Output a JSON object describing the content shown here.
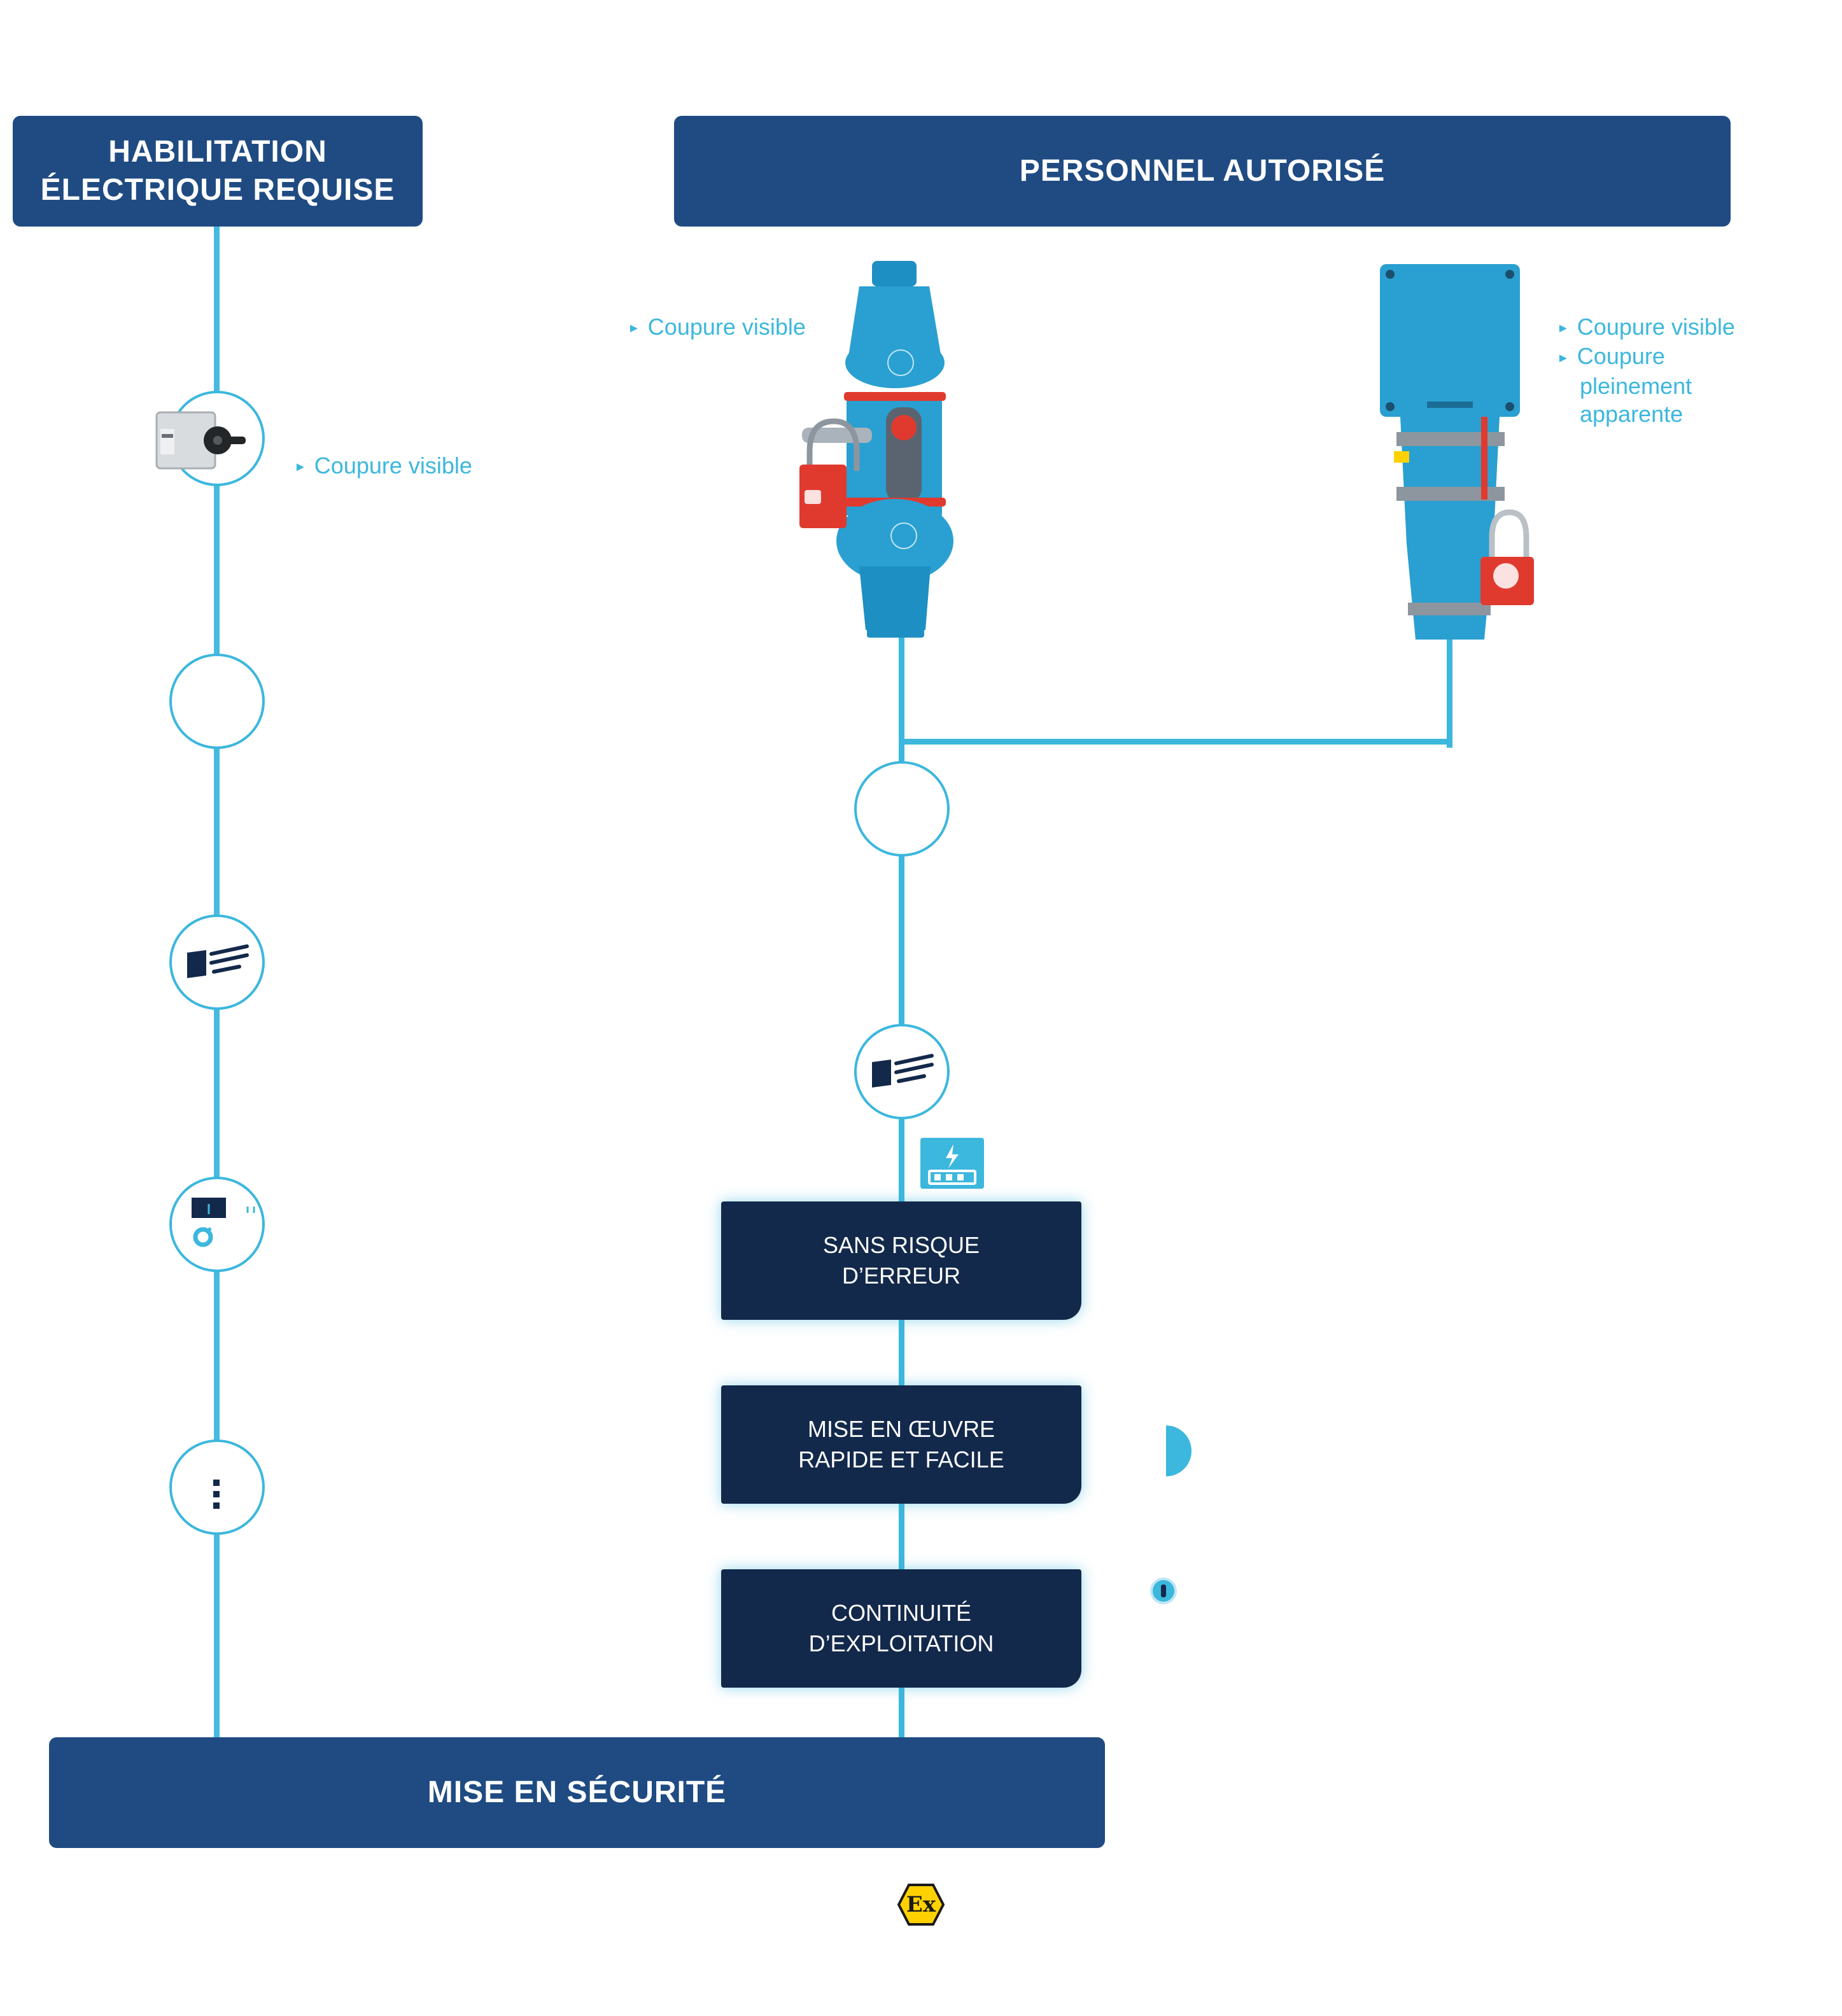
{
  "headers": {
    "left": [
      "HABILITATION",
      "ÉLECTRIQUE REQUISE"
    ],
    "right": "PERSONNEL AUTORISÉ",
    "bottom": "MISE EN SÉCURITÉ"
  },
  "notes": {
    "left_switch": "Coupure visible",
    "center_plug": "Coupure visible",
    "right_socket": [
      "Coupure visible",
      "Coupure",
      "pleinement",
      "apparente"
    ]
  },
  "features": [
    {
      "line1": "SANS RISQUE",
      "line2": "D’ERREUR"
    },
    {
      "line1": "MISE EN ŒUVRE",
      "line2": "RAPIDE ET FACILE"
    },
    {
      "line1": "CONTINUITÉ",
      "line2": "D’EXPLOITATION"
    }
  ],
  "icons": {
    "doc": "document-lines-icon",
    "meter": "meter-dial-icon",
    "key": "key-icon",
    "power": "power-panel-icon",
    "ex": "atex-ex-icon",
    "lock": "padlock-icon"
  },
  "colors": {
    "navy": "#1f4b82",
    "dark_navy": "#13294b",
    "cyan": "#3cb7dd",
    "product_blue": "#2a9fd1",
    "lock_red": "#e03a2f",
    "ex_yellow": "#ffd100"
  }
}
